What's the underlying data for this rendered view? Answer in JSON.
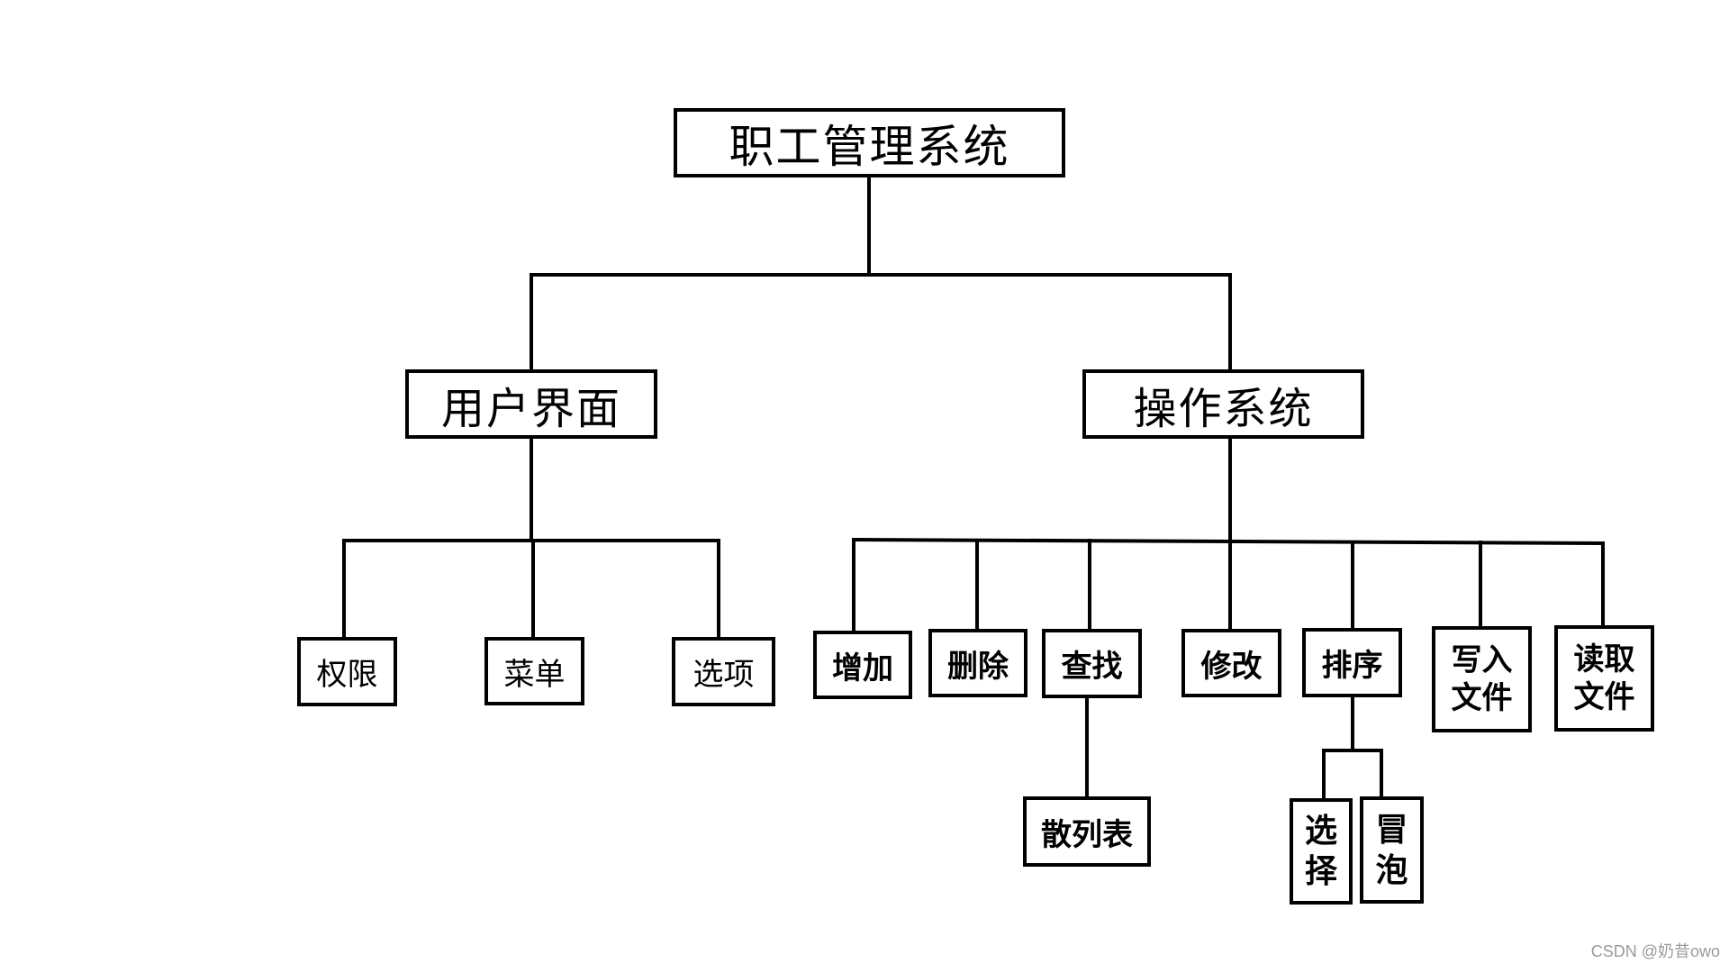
{
  "diagram": {
    "root": "职工管理系统",
    "branches": [
      {
        "label": "用户界面",
        "children": [
          "权限",
          "菜单",
          "选项"
        ]
      },
      {
        "label": "操作系统",
        "children": [
          {
            "label": "增加"
          },
          {
            "label": "删除"
          },
          {
            "label": "查找",
            "children": [
              "散列表"
            ]
          },
          {
            "label": "修改"
          },
          {
            "label": "排序",
            "children": [
              "选择",
              "冒泡"
            ]
          },
          {
            "label": "写入文件"
          },
          {
            "label": "读取文件"
          }
        ]
      }
    ]
  },
  "watermark": "CSDN @奶昔owo"
}
